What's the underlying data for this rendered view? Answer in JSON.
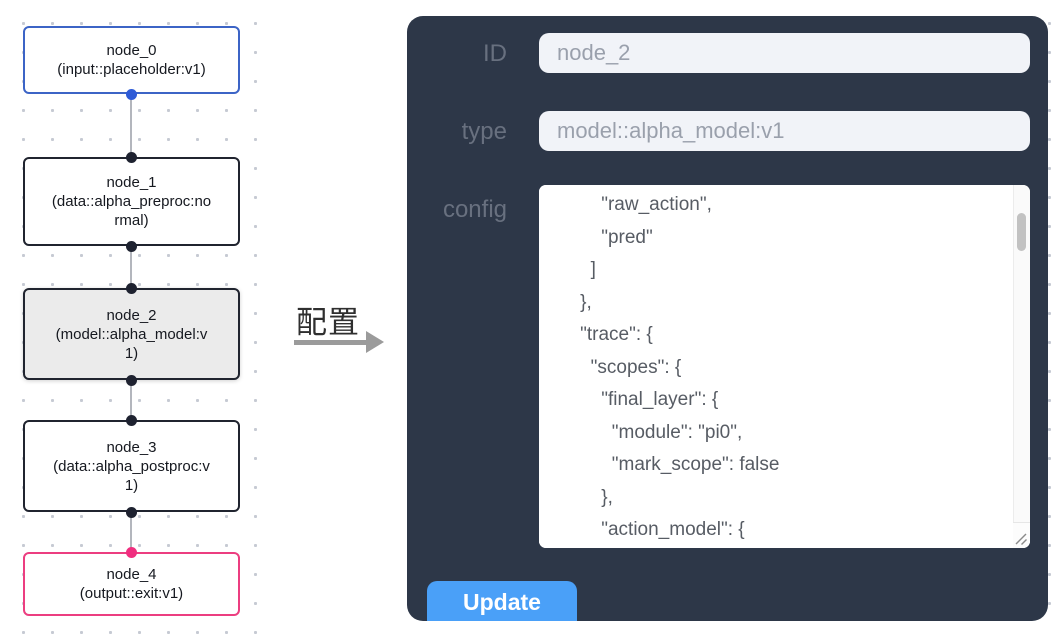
{
  "flow": {
    "nodes": [
      {
        "title": "node_0",
        "subtitle": "(input::placeholder:v1)"
      },
      {
        "title": "node_1",
        "subtitle": "(data::alpha_preproc:normal)"
      },
      {
        "title": "node_2",
        "subtitle": "(model::alpha_model:v1)"
      },
      {
        "title": "node_3",
        "subtitle": "(data::alpha_postproc:v1)"
      },
      {
        "title": "node_4",
        "subtitle": "(output::exit:v1)"
      }
    ],
    "selected_node": "node_2"
  },
  "connector": {
    "label": "配置"
  },
  "panel": {
    "fields": {
      "id": {
        "label": "ID",
        "value": "node_2"
      },
      "type": {
        "label": "type",
        "value": "model::alpha_model:v1"
      },
      "config": {
        "label": "config",
        "value": "        \"raw_action\",\n        \"pred\"\n      ]\n    },\n    \"trace\": {\n      \"scopes\": {\n        \"final_layer\": {\n          \"module\": \"pi0\",\n          \"mark_scope\": false\n        },\n        \"action_model\": {"
      }
    },
    "update_button": "Update"
  },
  "colors": {
    "panel_bg": "#2d3748",
    "input_node_accent": "#3c64c6",
    "output_node_accent": "#ec3e80",
    "default_node_border": "#20242f",
    "selected_node_bg": "#ebebeb",
    "update_button_bg": "#4aa0f8",
    "edge_line": "#b3b6bd"
  }
}
